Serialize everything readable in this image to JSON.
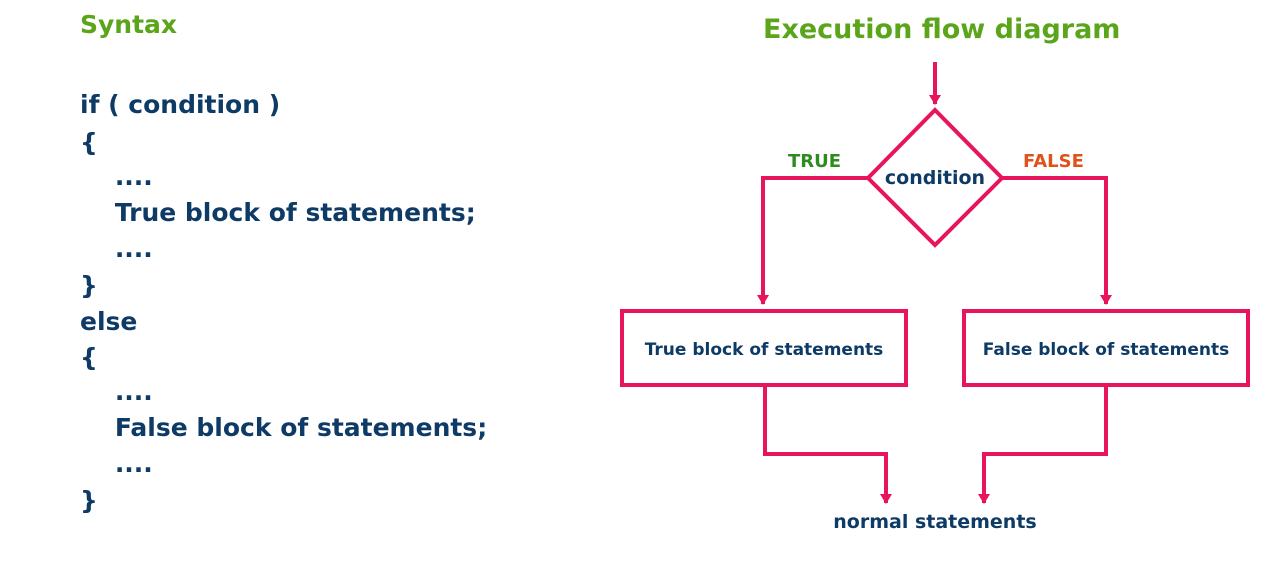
{
  "syntax": {
    "heading": "Syntax",
    "lines": [
      "if ( condition )",
      "{",
      "    ....",
      "    True block of statements;",
      "    ....",
      "}",
      "else",
      "{",
      "    ....",
      "    False block of statements;",
      "    ....",
      "}"
    ]
  },
  "flow": {
    "title": "Execution flow diagram",
    "decision_label": "condition",
    "true_label": "TRUE",
    "false_label": "FALSE",
    "true_box_label": "True block of statements",
    "false_box_label": "False block of statements",
    "end_label": "normal statements",
    "colors": {
      "connector": "#e8155b",
      "heading": "#5aa51a",
      "text": "#0e3a66",
      "true": "#2e8b1f",
      "false": "#e0521b"
    }
  }
}
